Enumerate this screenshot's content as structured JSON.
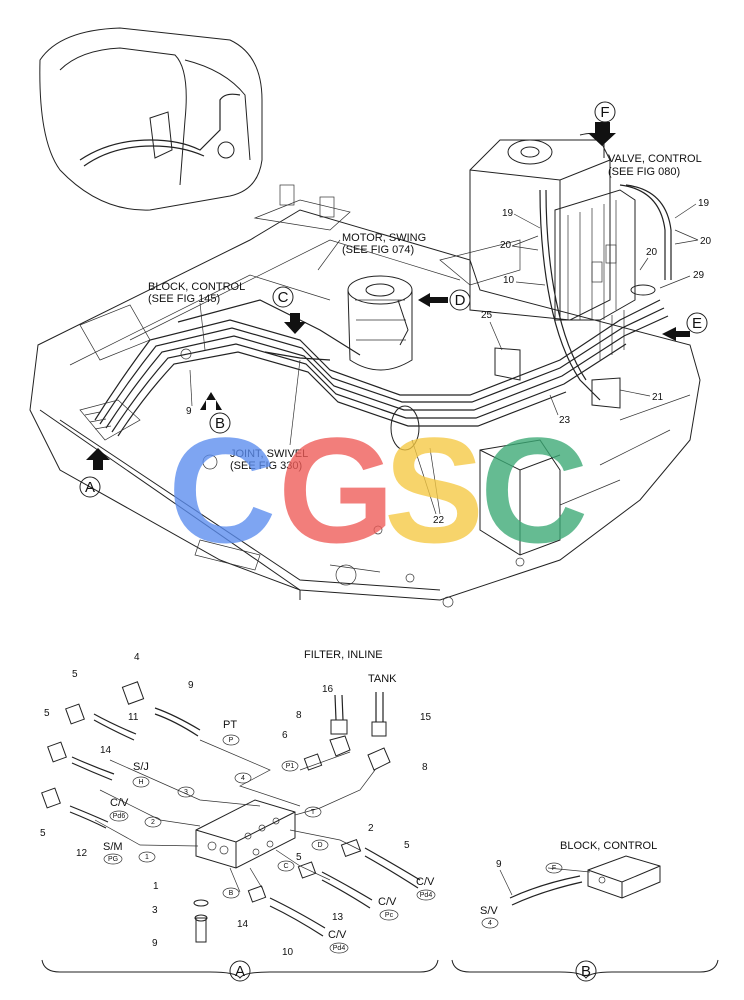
{
  "labels": {
    "valve_control_1": "VALVE, CONTROL",
    "valve_control_2": "(SEE FIG 080)",
    "motor_swing_1": "MOTOR, SWING",
    "motor_swing_2": "(SEE FIG 074)",
    "block_control_1": "BLOCK, CONTROL",
    "block_control_2": "(SEE FIG 145)",
    "joint_swivel_1": "JOINT, SWIVEL",
    "joint_swivel_2": "(SEE FIG 330)",
    "filter_inline": "FILTER, INLINE",
    "tank": "TANK",
    "block_control_b": "BLOCK, CONTROL",
    "pt": "PT",
    "sj": "S/J",
    "cv1": "C/V",
    "sm": "S/M",
    "cv2": "C/V",
    "cv3": "C/V",
    "cv4": "C/V",
    "sv": "S/V"
  },
  "views": {
    "a": "A",
    "b": "B",
    "c": "C",
    "d": "D",
    "e": "E",
    "f": "F"
  },
  "callouts_top": [
    "19",
    "19",
    "20",
    "20",
    "20",
    "29",
    "10",
    "25",
    "9",
    "21",
    "23",
    "22"
  ],
  "callouts_bottom": [
    "4",
    "5",
    "9",
    "5",
    "11",
    "14",
    "5",
    "12",
    "16",
    "8",
    "6",
    "15",
    "8",
    "1",
    "3",
    "2",
    "5",
    "5",
    "13",
    "10",
    "14",
    "9"
  ],
  "ports": [
    "P",
    "4",
    "P1",
    "3",
    "H",
    "2",
    "Pd6",
    "1",
    "PG",
    "T",
    "D",
    "C",
    "B",
    "Pd4",
    "Pc",
    "Pd4",
    "F",
    "4"
  ],
  "watermark": {
    "text": "CGSC",
    "colors": [
      "#5b8def",
      "#ef5b57",
      "#f5c842",
      "#3aa974"
    ]
  }
}
